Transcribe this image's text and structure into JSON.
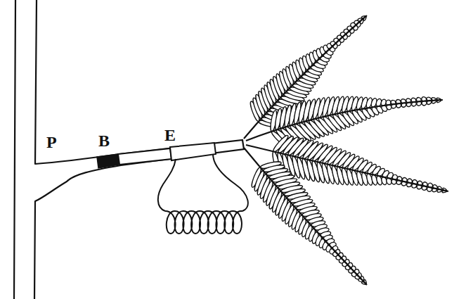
{
  "diagram": {
    "labels": [
      "P",
      "B",
      "E"
    ]
  }
}
